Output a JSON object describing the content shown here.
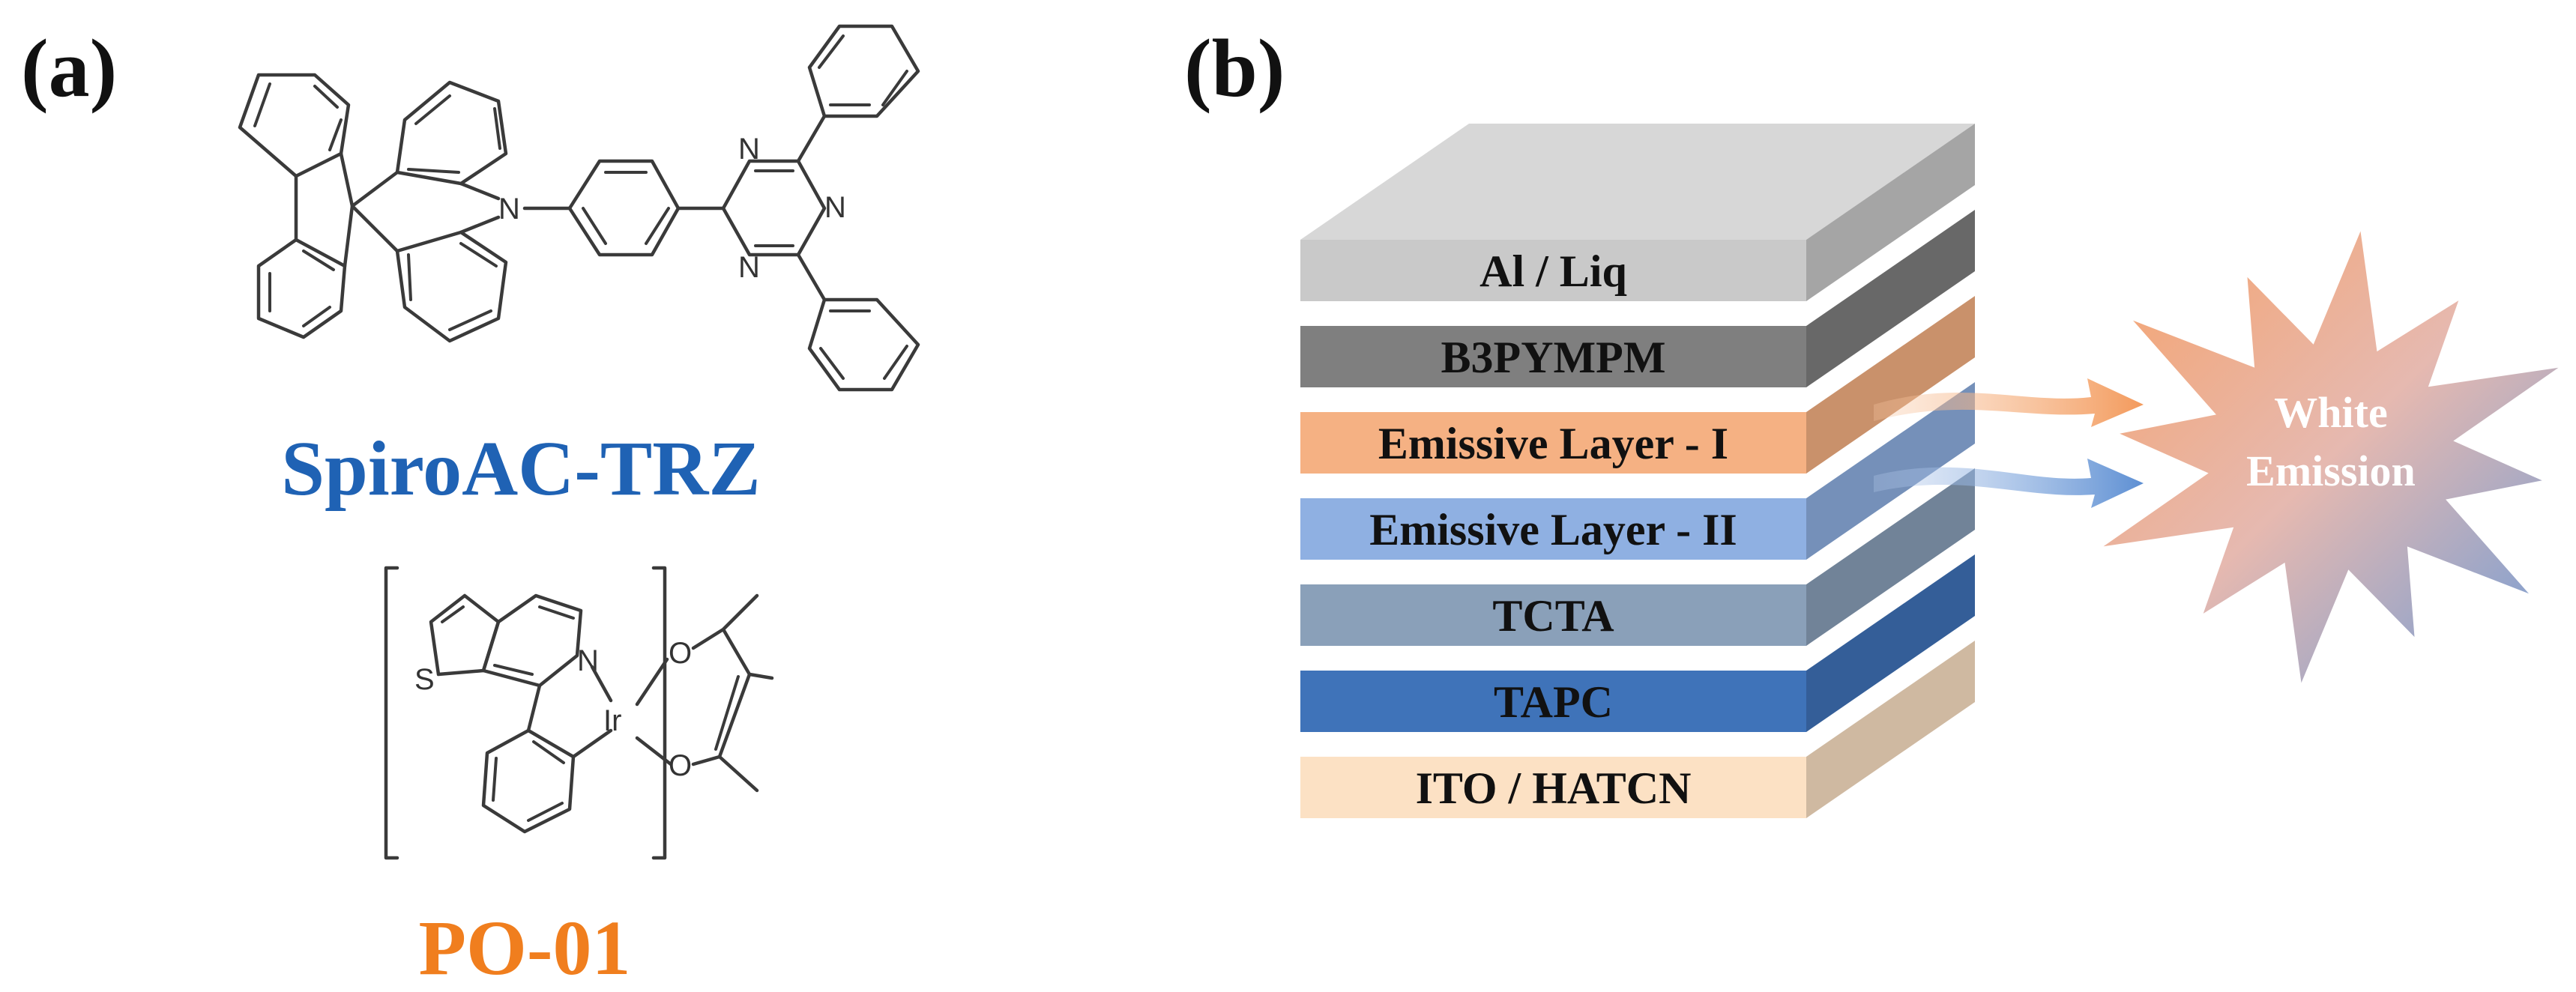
{
  "panels": {
    "a": {
      "label": "(a)"
    },
    "b": {
      "label": "(b)"
    }
  },
  "molecules": [
    {
      "name": "SpiroAC-TRZ",
      "color": "#1f62b4"
    },
    {
      "name": "PO-01",
      "color": "#f07e1e"
    }
  ],
  "atoms": {
    "nitrogen": "N",
    "sulfur": "S",
    "iridium": "Ir",
    "oxygen": "O"
  },
  "device_layers": [
    {
      "label": "Al / Liq",
      "color": "#c9c9c9"
    },
    {
      "label": "B3PYMPM",
      "color": "#7f7f7f"
    },
    {
      "label": "Emissive Layer - I",
      "color": "#f5b183"
    },
    {
      "label": "Emissive Layer - II",
      "color": "#8fb0e2"
    },
    {
      "label": "TCTA",
      "color": "#8aa0b9"
    },
    {
      "label": "TAPC",
      "color": "#3f73b9"
    },
    {
      "label": "ITO / HATCN",
      "color": "#fce1c4"
    }
  ],
  "emission": {
    "line1": "White",
    "line2": "Emission",
    "colors": [
      "#f6a26b",
      "#6f9bd6"
    ]
  }
}
